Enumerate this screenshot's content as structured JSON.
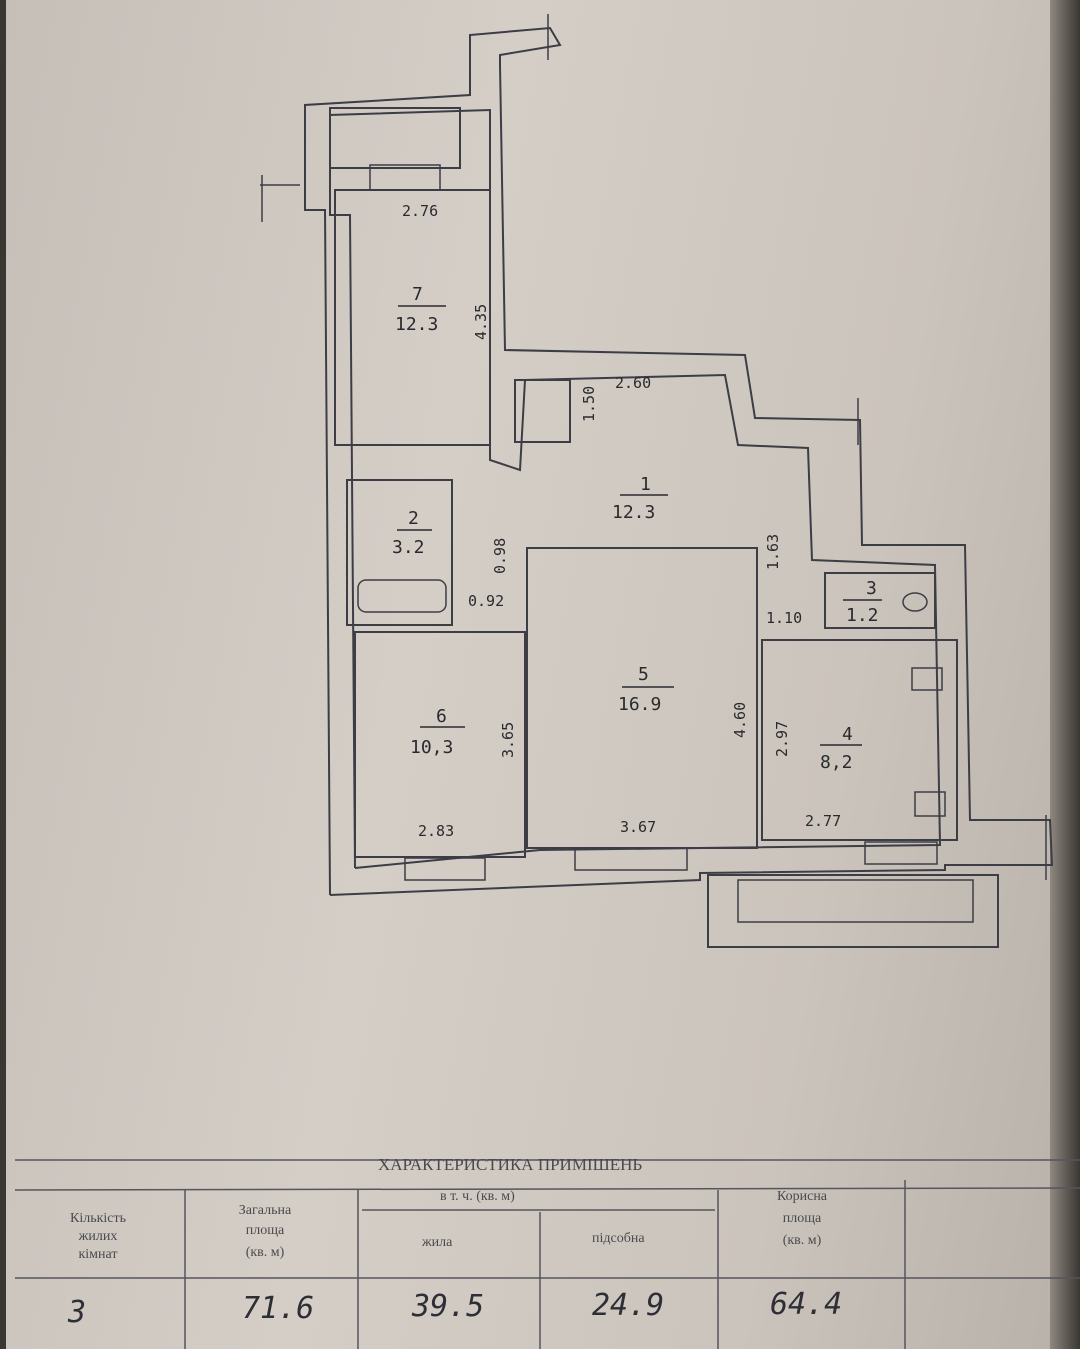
{
  "rooms": [
    {
      "id": "1",
      "number": "1",
      "area": "12.3"
    },
    {
      "id": "2",
      "number": "2",
      "area": "3.2"
    },
    {
      "id": "3",
      "number": "3",
      "area": "1.2"
    },
    {
      "id": "4",
      "number": "4",
      "area": "8,2"
    },
    {
      "id": "5",
      "number": "5",
      "area": "16.9"
    },
    {
      "id": "6",
      "number": "6",
      "area": "10,3"
    },
    {
      "id": "7",
      "number": "7",
      "area": "12.3"
    }
  ],
  "dimensions": {
    "d_276": "2.76",
    "d_435": "4.35",
    "d_260": "2.60",
    "d_150": "1.50",
    "d_098": "0.98",
    "d_092": "0.92",
    "d_163": "1.63",
    "d_110": "1.10",
    "d_365": "3.65",
    "d_460": "4.60",
    "d_297": "2.97",
    "d_283": "2.83",
    "d_367": "3.67",
    "d_277": "2.77"
  },
  "table": {
    "title": "ХАРАКТЕРИСТИКА ПРИМІШЕНЬ",
    "col_rooms": "Кількість жилих кімнат",
    "col_total": "Загальна площа (кв. м)",
    "col_incl": "в т. ч. (кв. м)",
    "col_living": "жила",
    "col_aux": "підсобна",
    "col_useful": "Корисна площа (кв. м)",
    "val_rooms": "3",
    "val_total": "71.6",
    "val_living": "39.5",
    "val_aux": "24.9",
    "val_useful": "64.4"
  }
}
